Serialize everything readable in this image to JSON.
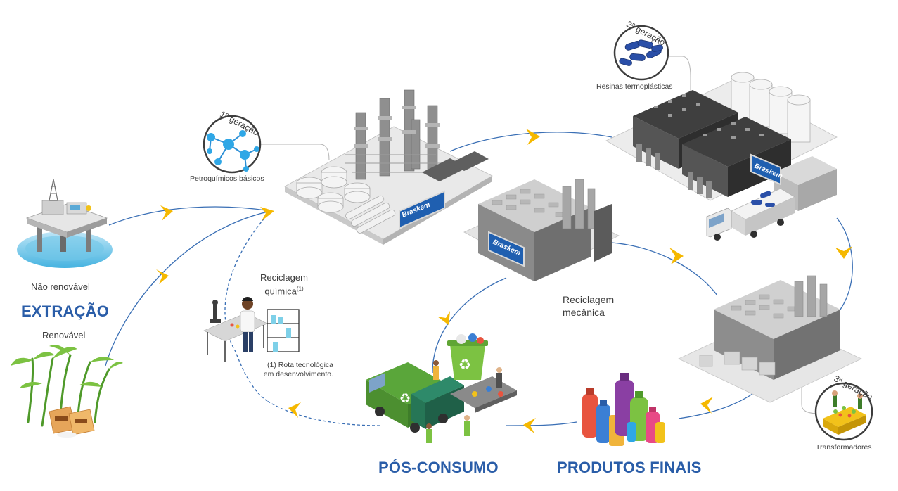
{
  "labels": {
    "extracao": "EXTRAÇÃO",
    "nao_renovavel": "Não renovável",
    "renovavel": "Renovável",
    "gen1": "1ª geração",
    "petroquimicos": "Petroquímicos básicos",
    "gen2": "2ª geração",
    "resinas": "Resinas termoplásticas",
    "gen3": "3ª geração",
    "transformadores": "Transformadores",
    "reciclagem_quimica_1": "Reciclagem",
    "reciclagem_quimica_2": "química",
    "reciclagem_quimica_note": "(1)",
    "nota_1": "(1) Rota tecnológica",
    "nota_2": "em desenvolvimento.",
    "reciclagem_mecanica_1": "Reciclagem",
    "reciclagem_mecanica_2": "mecânica",
    "pos_consumo": "PÓS-CONSUMO",
    "produtos_finais": "PRODUTOS FINAIS"
  },
  "brand": "Braskem",
  "colors": {
    "title_blue": "#2a5da8",
    "flow_line": "#3a6fb5",
    "arrow_yellow": "#f5b800",
    "factory_gray": "#8c8c8c",
    "brand_blue": "#1f5fb0"
  }
}
